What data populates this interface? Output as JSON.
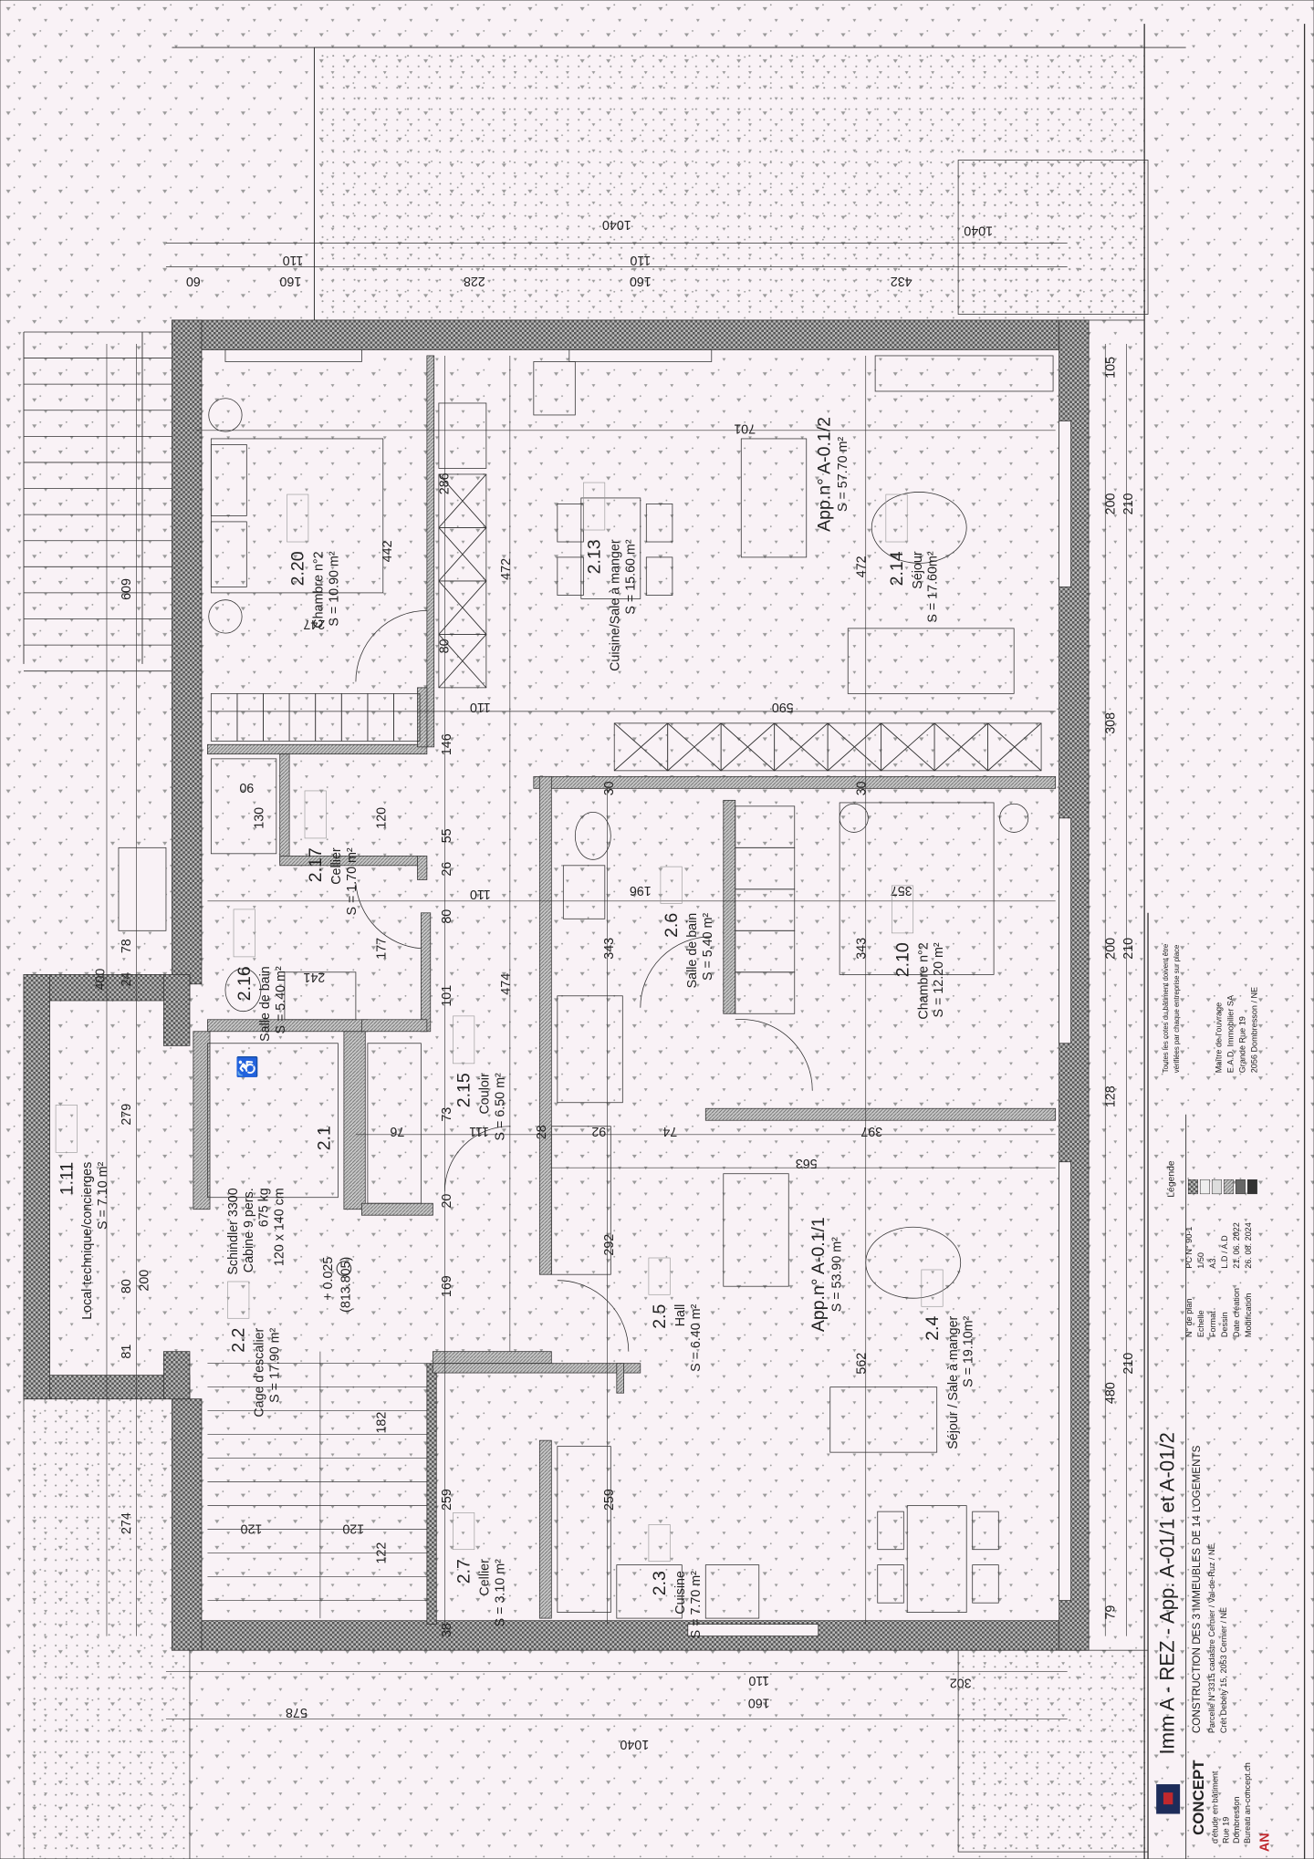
{
  "rooms": [
    {
      "num": "2.20",
      "name": "Chambre n°2",
      "area": "S = 10.90 m²"
    },
    {
      "num": "2.13",
      "name": "Cuisine/Sale à manger",
      "area": "S = 15.60 m²"
    },
    {
      "num": "2.14",
      "name": "Séjour",
      "area": "S = 17.60m²"
    },
    {
      "num": "2.17",
      "name": "Cellier",
      "area": "S = 1.70 m²"
    },
    {
      "num": "2.16",
      "name": "Salle de bain",
      "area": "S = 5.40 m²"
    },
    {
      "num": "2.15",
      "name": "Couloir",
      "area": "S = 6.50 m²"
    },
    {
      "num": "2.6",
      "name": "Salle de bain",
      "area": "S = 5.40 m²"
    },
    {
      "num": "2.10",
      "name": "Chambre n°2",
      "area": "S = 12.20 m²"
    },
    {
      "num": "1.11",
      "name": "Local technique/concierges",
      "area": "S = 7.10 m²"
    },
    {
      "num": "2.2",
      "name": "Cage d'escalier",
      "area": "S = 17.90 m²"
    },
    {
      "num": "2.5",
      "name": "Hall",
      "area": "S = 6.40 m²"
    },
    {
      "num": "2.4",
      "name": "Séjour / Sale à manger",
      "area": "S = 19.10m²"
    },
    {
      "num": "2.7",
      "name": "Cellier",
      "area": "S = 3.10 m²"
    },
    {
      "num": "2.3",
      "name": "Cuisine",
      "area": "S = 7.70 m²"
    }
  ],
  "apartments": [
    {
      "name": "App.n° A-0.1/2",
      "area": "S = 57.70 m²"
    },
    {
      "name": "App.n° A-0.1/1",
      "area": "S = 53.90 m²"
    }
  ],
  "elevator": {
    "num": "2.1",
    "lines": [
      "Schindler 3300",
      "Cabine 9 pers.",
      "675 kg",
      "120 x 140 cm"
    ]
  },
  "level": {
    "value": "+ 0.025",
    "absolute": "(813.805)"
  },
  "dimensions": [
    "1040",
    "110",
    "60",
    "160",
    "228",
    "160",
    "432",
    "1040",
    "110",
    "609",
    "78",
    "400",
    "24",
    "279",
    "80",
    "200",
    "81",
    "274",
    "442",
    "286",
    "247",
    "472",
    "472",
    "701",
    "80",
    "110",
    "590",
    "146",
    "55",
    "26",
    "110",
    "80",
    "101",
    "474",
    "177",
    "241",
    "130",
    "90",
    "120",
    "73",
    "111",
    "76",
    "20",
    "28",
    "92",
    "74",
    "397",
    "563",
    "30",
    "30",
    "196",
    "343",
    "343",
    "357",
    "292",
    "169",
    "562",
    "182",
    "122",
    "120",
    "120",
    "259",
    "259",
    "38",
    "578",
    "110",
    "160",
    "1040",
    "302",
    "79",
    "480",
    "210",
    "128",
    "200",
    "210",
    "308",
    "200",
    "210",
    "105"
  ],
  "title_block": {
    "title": "Imm A - REZ - App.  A-01/1  et  A-01/2",
    "firm": "CONCEPT",
    "firm_lines": [
      "d'étude en bâtiment",
      "Rue 19",
      "Dombresson",
      "Bureau  an-concept.ch"
    ],
    "firm_mark": "AN",
    "project": "CONSTRUCTION DES 3 IMMEUBLES DE 14 LOGEMENTS",
    "parcel": "Parcelle N°3315 cadastre Cernier / Val-de-Ruz / NE",
    "address": "Crêt Debély 15, 2053 Cernier / NE",
    "info": [
      {
        "label": "N° de plan",
        "value": "PC N° 90-1"
      },
      {
        "label": "Echelle",
        "value": "1/50"
      },
      {
        "label": "Format",
        "value": "A3"
      },
      {
        "label": "Dessin",
        "value": "L.D / A.D"
      },
      {
        "label": "Date création",
        "value": "21. 06. 2022"
      },
      {
        "label": "Modification",
        "value": "26. 08. 2024"
      }
    ],
    "legend_title": "Légende",
    "owner_title": "Maître de l'ouvrage",
    "owner_lines": [
      "E.A.D. Immobilier SA",
      "Grande Rue 19",
      "2056 Dombresson / NE"
    ],
    "note": [
      "Toutes les cotes du bâtiment doivent être",
      "vérifiées par chaque entreprise sur place"
    ]
  },
  "colors": {
    "background": "#f9f2f6",
    "line": "#333333",
    "wall": "#8a8a8a",
    "logo_red": "#c0282d",
    "logo_blue": "#1d2c5a"
  }
}
